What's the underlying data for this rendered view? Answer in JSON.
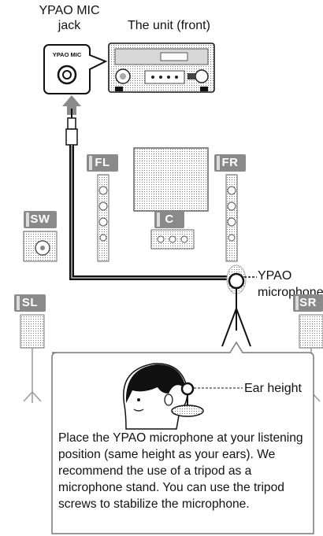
{
  "labels": {
    "jack": "YPAO MIC jack",
    "unit": "The unit (front)",
    "jack_panel": "YPAO MIC",
    "microphone": "YPAO microphone",
    "ear_height": "Ear height"
  },
  "speakers": {
    "fl": "FL",
    "fr": "FR",
    "sw": "SW",
    "c": "C",
    "sl": "SL",
    "sr": "SR"
  },
  "caption": "Place the YPAO microphone at your listening position (same height as your ears). We recommend the use of a tripod as a microphone stand. You can use the tripod screws to stabilize the microphone."
}
